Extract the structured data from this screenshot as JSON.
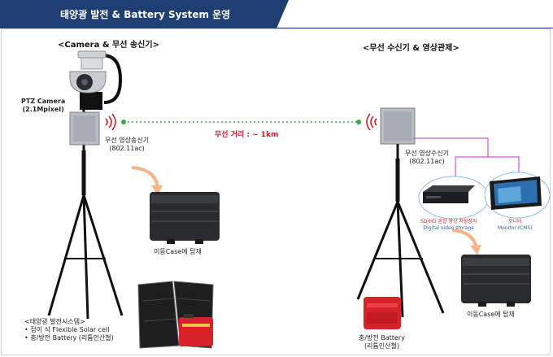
{
  "header": {
    "title": "태양광 발전 & Battery System 운영"
  },
  "left_section": {
    "title": "<Camera & 무선 송신기>"
  },
  "right_section": {
    "title": "<무선 수신기 & 영상관제>"
  },
  "camera": {
    "label_line1": "PTZ Camera",
    "label_line2": "(2.1Mpixel)"
  },
  "transmitter": {
    "label_line1": "무선 영상송신기",
    "label_line2": "(802.11ac)"
  },
  "receiver": {
    "label_line1": "무선 영상수신기",
    "label_line2": "(802.11ac)"
  },
  "link": {
    "range_text": "무선 거리 : ~ 1km"
  },
  "storage": {
    "line1": "SD/HD 혼합 영상 저장장치",
    "line2": "Digital video storage"
  },
  "monitor": {
    "line1": "모니터",
    "line2": "Monitor (CMS)"
  },
  "case_left": {
    "label": "이동Case에 탑재"
  },
  "case_right": {
    "label": "이동Case에 탑재"
  },
  "solar": {
    "heading": "<태양광 발전시스템>",
    "items": [
      "접이 식 Flexible Solar cell",
      "충/방전 Battery (리튬인산철)"
    ]
  },
  "battery": {
    "label_line1": "충/방전 Battery",
    "label_line2": "(리튬인산철)"
  },
  "colors": {
    "header": "#1f3f72",
    "accent_red": "#d0202a",
    "link_green": "#3aa64a",
    "cable": "#cc33cc"
  }
}
